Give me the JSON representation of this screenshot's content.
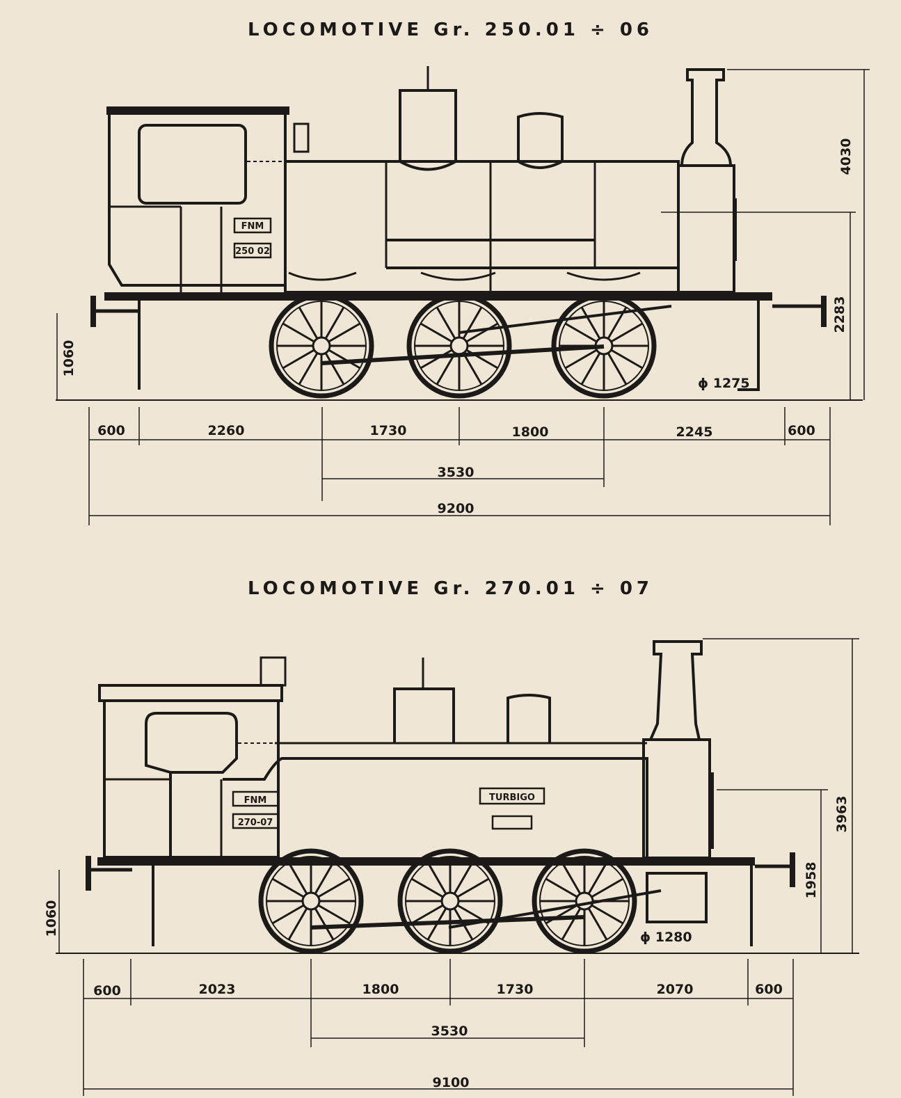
{
  "diagram_1": {
    "title": "LOCOMOTIVE Gr. 250.01 ÷ 06",
    "plates": {
      "company": "FNM",
      "number": "250 02"
    },
    "dims": {
      "overhang_front": "600",
      "cab_to_axle": "2260",
      "axle_1_2": "1730",
      "axle_2_3": "1800",
      "axle_to_buffer": "2245",
      "overhang_rear": "600",
      "wheelbase": "3530",
      "length": "9200",
      "height_total": "4030",
      "height_boiler": "2283",
      "buffer_height": "1060",
      "wheel_dia": "ϕ 1275"
    }
  },
  "diagram_2": {
    "title": "LOCOMOTIVE Gr. 270.01 ÷ 07",
    "plates": {
      "company": "FNM",
      "number": "270-07",
      "name": "TURBIGO"
    },
    "dims": {
      "overhang_front": "600",
      "cab_to_axle": "2023",
      "axle_1_2": "1800",
      "axle_2_3": "1730",
      "axle_to_buffer": "2070",
      "overhang_rear": "600",
      "wheelbase": "3530",
      "length": "9100",
      "height_total": "3963",
      "height_boiler": "1958",
      "buffer_height": "1060",
      "wheel_dia": "ϕ 1280"
    }
  }
}
